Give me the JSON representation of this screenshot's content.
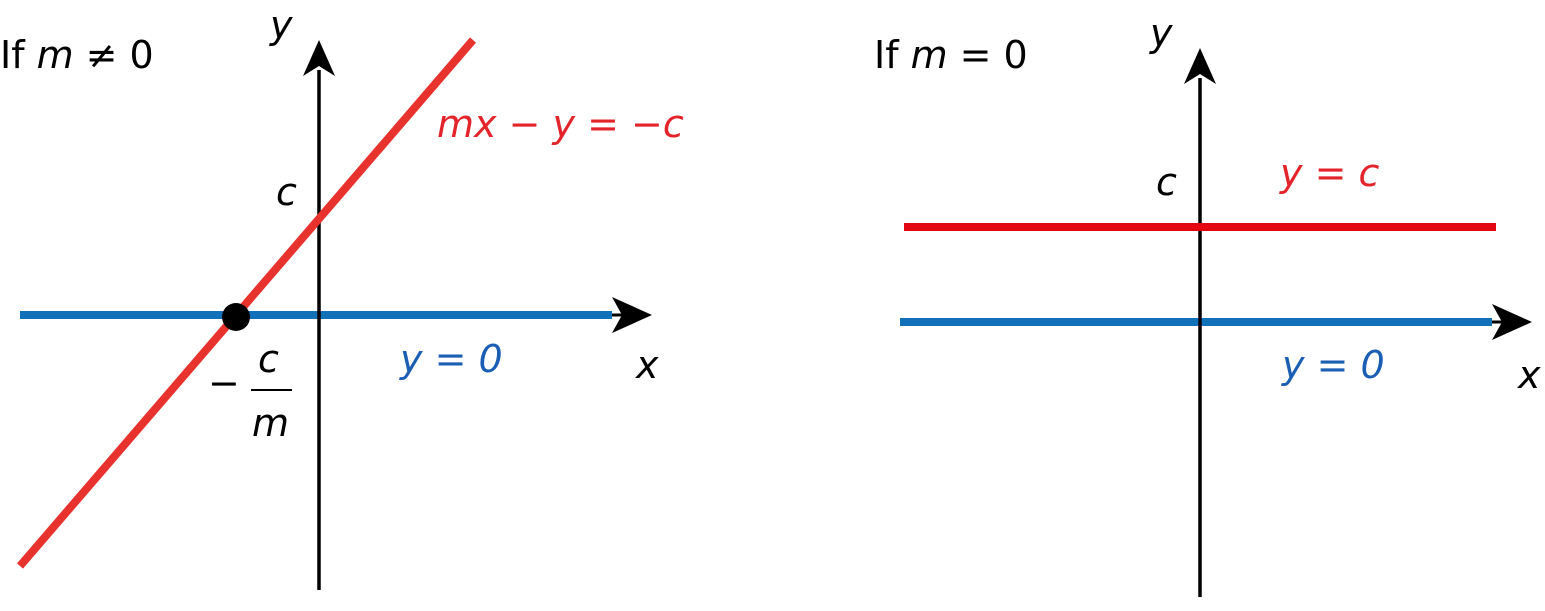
{
  "colors": {
    "red_line_left": "#e8322d",
    "red_line_right": "#e30613",
    "blue_line": "#1070b8",
    "blue_text": "#1a5fb4",
    "red_text": "#e3242b",
    "axis": "#000000"
  },
  "left_panel": {
    "condition_prefix": "If",
    "condition_var": "m",
    "condition_rel": "≠ 0",
    "y_axis_label": "y",
    "x_axis_label": "x",
    "y_intercept_label": "c",
    "x_intercept_minus": "−",
    "x_intercept_num": "c",
    "x_intercept_den": "m",
    "red_line_label": "mx − y = −c",
    "blue_line_label": "y = 0"
  },
  "right_panel": {
    "condition_prefix": "If",
    "condition_var": "m",
    "condition_rel": "= 0",
    "y_axis_label": "y",
    "x_axis_label": "x",
    "y_intercept_label": "c",
    "red_line_label": "y = c",
    "blue_line_label": "y = 0"
  }
}
